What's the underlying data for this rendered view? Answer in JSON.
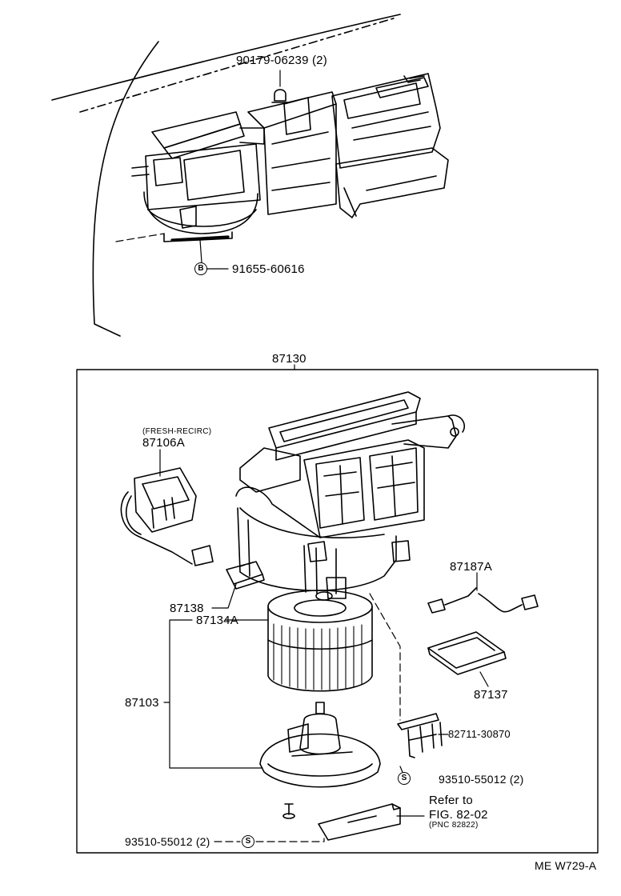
{
  "top_callouts": {
    "bolt_part": "90179-06239 (2)",
    "band_part": "91655-60616",
    "band_symbol": "B"
  },
  "assembly": {
    "part_number": "87130",
    "parts": {
      "servo_note": "(FRESH-RECIRC)",
      "servo": "87106A",
      "harness": "87187A",
      "resistor": "87138",
      "fan": "87134A",
      "motor_assy": "87103",
      "holder": "87137",
      "clamp": "82711-30870",
      "screw_right": "93510-55012 (2)",
      "screw_left": "93510-55012 (2)",
      "screw_symbol": "S"
    },
    "reference": {
      "line1": "Refer to",
      "line2": "FIG. 82-02",
      "line3": "(PNC 82822)"
    }
  },
  "footer": {
    "code": "ME W729-A"
  }
}
